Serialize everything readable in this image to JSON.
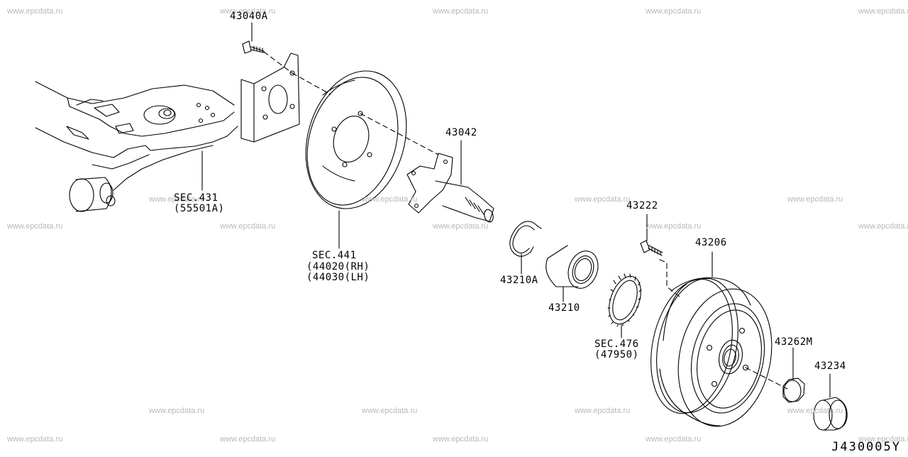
{
  "watermark": "www.epcdata.ru",
  "diagram_code": "J430005Y",
  "parts": {
    "p43040A": "43040A",
    "sec431": [
      "SEC.431",
      "(55501A)"
    ],
    "sec441": [
      "SEC.441",
      "(44020(RH)",
      "(44030(LH)"
    ],
    "p43042": "43042",
    "p43210A": "43210A",
    "p43210": "43210",
    "p43222": "43222",
    "p43206": "43206",
    "sec476": [
      "SEC.476",
      "(47950)"
    ],
    "p43262M": "43262M",
    "p43234": "43234"
  }
}
